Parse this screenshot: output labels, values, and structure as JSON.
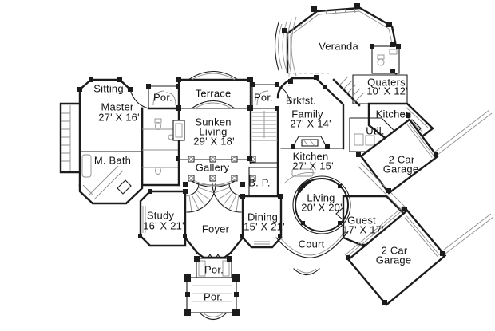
{
  "plan": {
    "type": "architectural-floor-plan",
    "colors": {
      "background": "#ffffff",
      "wall": "#1c1c1c",
      "detail": "#8f8f8f",
      "light": "#c0c0c0",
      "text": "#141414"
    }
  },
  "rooms": {
    "sitting": {
      "name": "Sitting"
    },
    "master": {
      "name": "Master",
      "dims": "27' X 16'"
    },
    "por_left": {
      "name": "Por."
    },
    "terrace": {
      "name": "Terrace"
    },
    "sunken_living": {
      "name": "Sunken",
      "name2": "Living",
      "dims": "29' X 18'"
    },
    "m_bath": {
      "name": "M. Bath"
    },
    "gallery": {
      "name": "Gallery"
    },
    "bp": {
      "name": "B. P."
    },
    "study": {
      "name": "Study",
      "dims": "16' X 21'"
    },
    "foyer": {
      "name": "Foyer"
    },
    "por_front_small": {
      "name": "Por."
    },
    "por_front_large": {
      "name": "Por."
    },
    "por_right": {
      "name": "Por."
    },
    "brkfst": {
      "name": "Brkfst."
    },
    "family": {
      "name": "Family",
      "dims": "27' X 14'"
    },
    "kitchen": {
      "name": "Kitchen",
      "dims": "27' X 15'"
    },
    "veranda": {
      "name": "Veranda"
    },
    "quaters": {
      "name": "Quaters",
      "dims": "10' X 12'"
    },
    "kitchen2": {
      "name": "Kitchen"
    },
    "util": {
      "name": "Util."
    },
    "garage_top": {
      "name": "2 Car",
      "name2": "Garage"
    },
    "living": {
      "name": "Living",
      "dims": "20' X 20'"
    },
    "guest": {
      "name": "Guest",
      "dims": "17' X 17'"
    },
    "dining": {
      "name": "Dining",
      "dims": "15' X 21'"
    },
    "court": {
      "name": "Court"
    },
    "garage_bottom": {
      "name": "2 Car",
      "name2": "Garage"
    }
  }
}
